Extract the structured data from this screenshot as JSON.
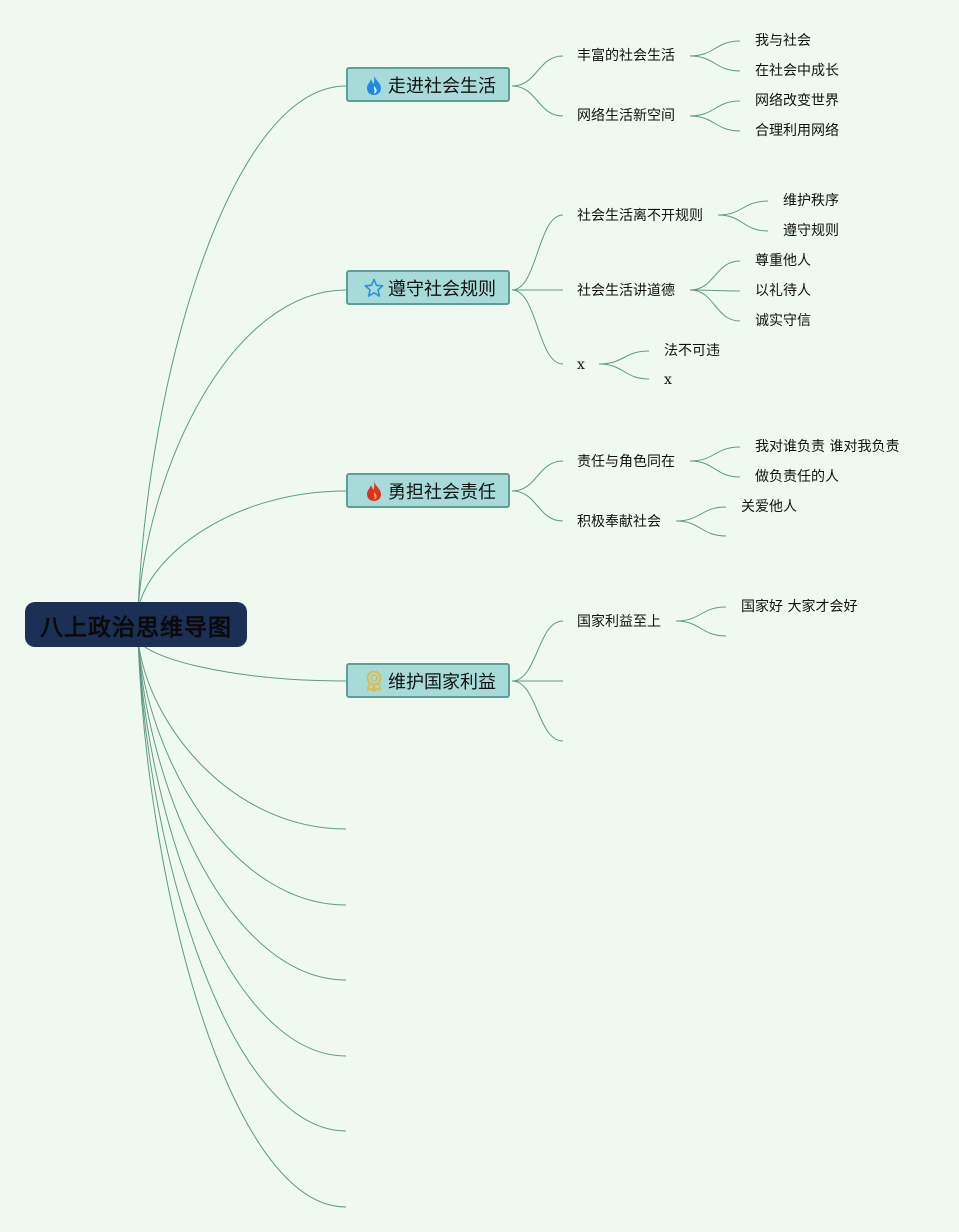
{
  "root": {
    "title": "八上政治思维导图"
  },
  "branches": [
    {
      "label": "走进社会生活",
      "icon": "water-drop-icon",
      "items": [
        {
          "label": "丰富的社会生活",
          "children": [
            "我与社会",
            "在社会中成长"
          ]
        },
        {
          "label": "网络生活新空间",
          "children": [
            "网络改变世界",
            "合理利用网络"
          ]
        }
      ]
    },
    {
      "label": "遵守社会规则",
      "icon": "star-icon",
      "items": [
        {
          "label": "社会生活离不开规则",
          "children": [
            "维护秩序",
            "遵守规则"
          ]
        },
        {
          "label": "社会生活讲道德",
          "children": [
            "尊重他人",
            "以礼待人",
            "诚实守信"
          ]
        },
        {
          "label": "x",
          "children": [
            "法不可违",
            "x"
          ]
        }
      ]
    },
    {
      "label": "勇担社会责任",
      "icon": "fire-icon",
      "items": [
        {
          "label": "责任与角色同在",
          "children": [
            "我对谁负责 谁对我负责",
            "做负责任的人"
          ]
        },
        {
          "label": "积极奉献社会",
          "children": [
            "关爱他人",
            ""
          ]
        }
      ]
    },
    {
      "label": "维护国家利益",
      "icon": "award-badge-icon",
      "items": [
        {
          "label": "国家利益至上",
          "children": [
            "国家好 大家才会好",
            ""
          ]
        },
        {
          "label": "",
          "children": []
        },
        {
          "label": "",
          "children": []
        }
      ]
    }
  ],
  "colors": {
    "background": "#f0f9ef",
    "root_fill": "#1c2f55",
    "branch_fill": "#a6dbd9",
    "branch_border": "#5d9e95",
    "connector": "#5e9a86",
    "water_drop": "#1e8ae6",
    "star": "#2c8fe6",
    "fire": "#e0301e",
    "badge": "#e6b83c"
  }
}
